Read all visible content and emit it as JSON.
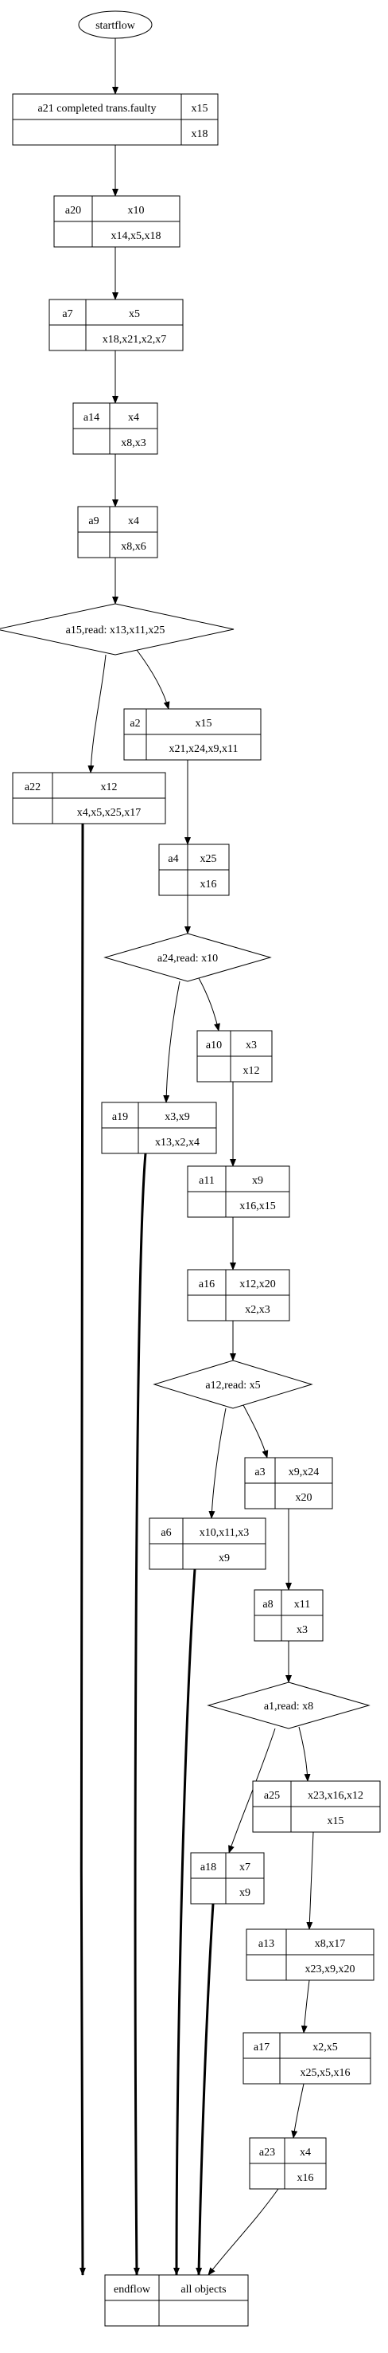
{
  "start": "startflow",
  "end": {
    "label": "endflow",
    "value": "all objects"
  },
  "activities": [
    {
      "id": "a21",
      "label": "a21 completed trans.faulty",
      "x_write": "x15",
      "x_read": "x18"
    },
    {
      "id": "a20",
      "label": "a20",
      "x_write": "x10",
      "x_read": "x14,x5,x18"
    },
    {
      "id": "a7",
      "label": "a7",
      "x_write": "x5",
      "x_read": "x18,x21,x2,x7"
    },
    {
      "id": "a14",
      "label": "a14",
      "x_write": "x4",
      "x_read": "x8,x3"
    },
    {
      "id": "a9",
      "label": "a9",
      "x_write": "x4",
      "x_read": "x8,x6"
    },
    {
      "id": "a2",
      "label": "a2",
      "x_write": "x15",
      "x_read": "x21,x24,x9,x11"
    },
    {
      "id": "a22",
      "label": "a22",
      "x_write": "x12",
      "x_read": "x4,x5,x25,x17"
    },
    {
      "id": "a4",
      "label": "a4",
      "x_write": "x25",
      "x_read": "x16"
    },
    {
      "id": "a10",
      "label": "a10",
      "x_write": "x3",
      "x_read": "x12"
    },
    {
      "id": "a19",
      "label": "a19",
      "x_write": "x3,x9",
      "x_read": "x13,x2,x4"
    },
    {
      "id": "a11",
      "label": "a11",
      "x_write": "x9",
      "x_read": "x16,x15"
    },
    {
      "id": "a16",
      "label": "a16",
      "x_write": "x12,x20",
      "x_read": "x2,x3"
    },
    {
      "id": "a3",
      "label": "a3",
      "x_write": "x9,x24",
      "x_read": "x20"
    },
    {
      "id": "a6",
      "label": "a6",
      "x_write": "x10,x11,x3",
      "x_read": "x9"
    },
    {
      "id": "a8",
      "label": "a8",
      "x_write": "x11",
      "x_read": "x3"
    },
    {
      "id": "a25",
      "label": "a25",
      "x_write": "x23,x16,x12",
      "x_read": "x15"
    },
    {
      "id": "a18",
      "label": "a18",
      "x_write": "x7",
      "x_read": "x9"
    },
    {
      "id": "a13",
      "label": "a13",
      "x_write": "x8,x17",
      "x_read": "x23,x9,x20"
    },
    {
      "id": "a17",
      "label": "a17",
      "x_write": "x2,x5",
      "x_read": "x25,x5,x16"
    },
    {
      "id": "a23",
      "label": "a23",
      "x_write": "x4",
      "x_read": "x16"
    }
  ],
  "decisions": [
    {
      "id": "a15",
      "label": "a15,read: x13,x11,x25"
    },
    {
      "id": "a24",
      "label": "a24,read: x10"
    },
    {
      "id": "a12",
      "label": "a12,read: x5"
    },
    {
      "id": "a1",
      "label": "a1,read: x8"
    }
  ]
}
